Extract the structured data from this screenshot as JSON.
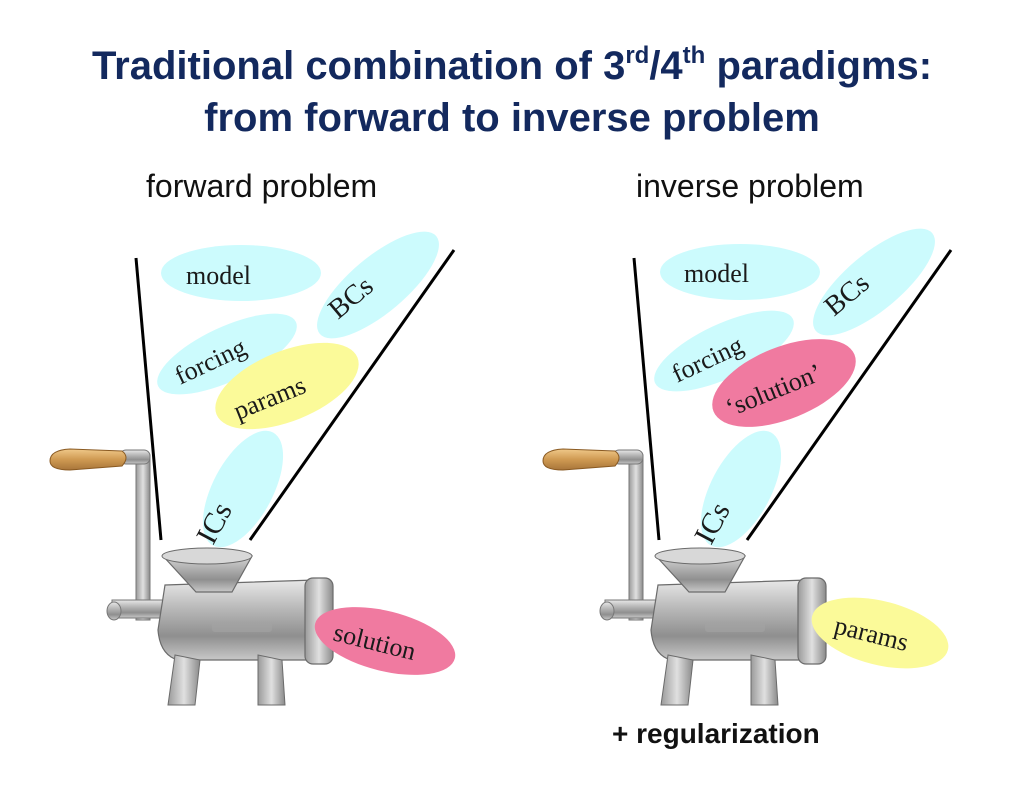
{
  "title": {
    "line1_part1": "Traditional combination of 3",
    "line1_sup1": "rd",
    "line1_part2": "/4",
    "line1_sup2": "th",
    "line1_part3": " paradigms:",
    "line2": "from forward to inverse problem"
  },
  "forward": {
    "heading": "forward problem",
    "inputs": {
      "model": "model",
      "bcs": "BCs",
      "forcing": "forcing",
      "params": "params",
      "ics": "ICs"
    },
    "output": "solution"
  },
  "inverse": {
    "heading": "inverse problem",
    "inputs": {
      "model": "model",
      "bcs": "BCs",
      "forcing": "forcing",
      "solution": "‘solution’",
      "ics": "ICs"
    },
    "output": "params",
    "note": "+ regularization"
  },
  "colors": {
    "title": "#13295e",
    "cyan_bubble": "#ccfbfd",
    "yellow_bubble": "#fbfa99",
    "pink_bubble": "#f07aa0"
  }
}
